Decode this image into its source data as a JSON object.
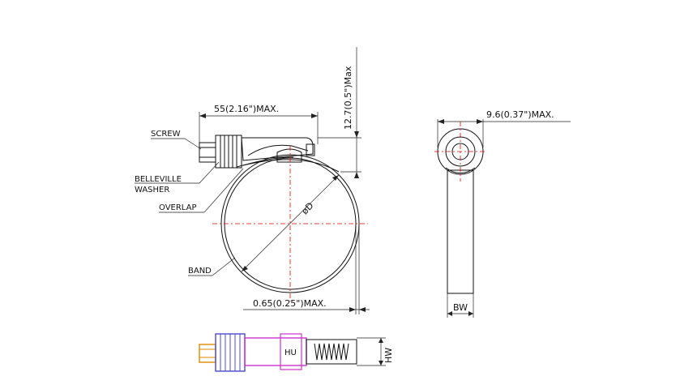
{
  "labels": {
    "screw": "SCREW",
    "belleville_line1": "BELLEVILLE",
    "belleville_line2": "WASHER",
    "overlap": "OVERLAP",
    "band": "BAND",
    "diameter": "øD",
    "housing_mark": "HU"
  },
  "dimensions": {
    "length_max": "55(2.16\")MAX.",
    "height_max": "12.7(0.5\")Max",
    "band_thickness_max": "0.65(0.25\")MAX.",
    "side_width_max": "9.6(0.37\")MAX.",
    "band_width": "BW",
    "housing_width": "HW"
  },
  "colors": {
    "line": "#111111",
    "centerline": "#e60000",
    "screw_body": "#4a4acd",
    "screw_head": "#e08a00",
    "housing": "#cc33cc",
    "band_fill": "#f8f8f8"
  }
}
